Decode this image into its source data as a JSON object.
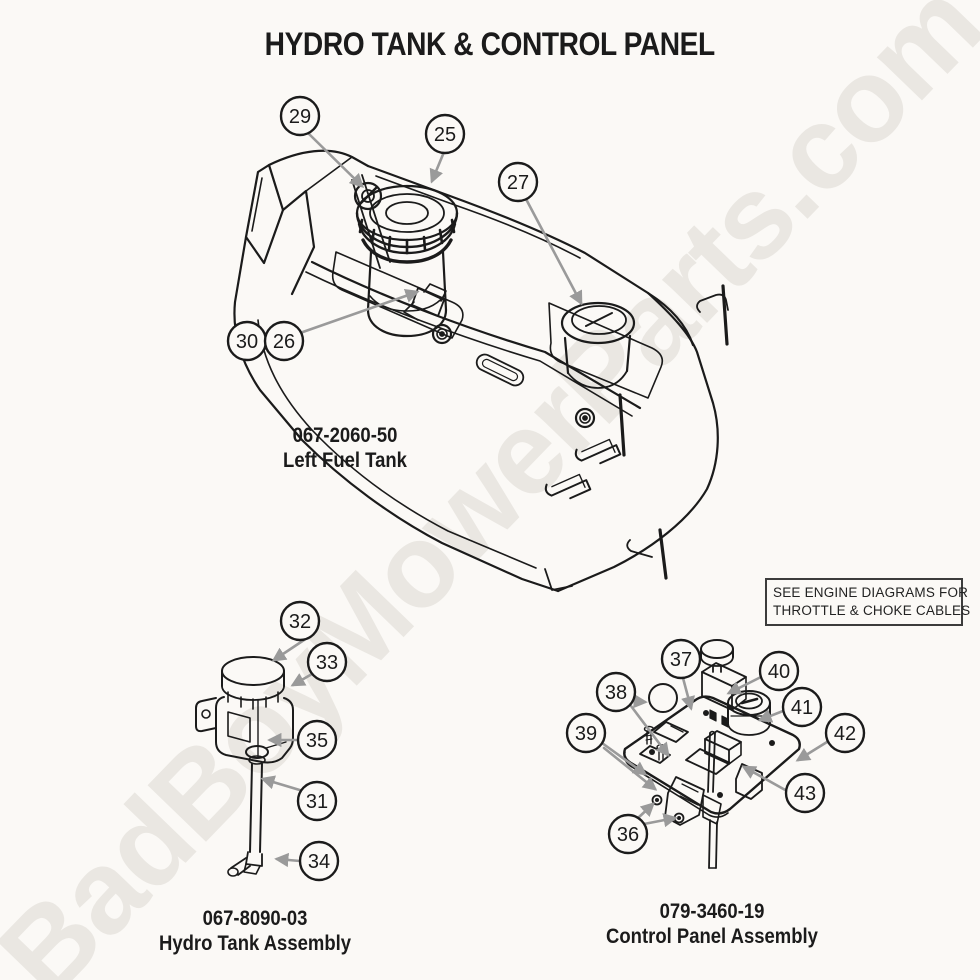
{
  "title": "HYDRO TANK & CONTROL PANEL",
  "watermark": {
    "text": "BadBoyMowerParts.com"
  },
  "note": {
    "line1": "SEE ENGINE DIAGRAMS FOR",
    "line2": "THROTTLE & CHOKE CABLES"
  },
  "sections": {
    "fuel_tank": {
      "part_number": "067-2060-50",
      "name": "Left Fuel Tank",
      "callouts": {
        "c25": "25",
        "c26": "26",
        "c27": "27",
        "c29": "29",
        "c30": "30"
      }
    },
    "hydro_tank": {
      "part_number": "067-8090-03",
      "name": "Hydro Tank Assembly",
      "callouts": {
        "c31": "31",
        "c32": "32",
        "c33": "33",
        "c34": "34",
        "c35": "35"
      }
    },
    "control_panel": {
      "part_number": "079-3460-19",
      "name": "Control Panel Assembly",
      "callouts": {
        "c36": "36",
        "c37": "37",
        "c38": "38",
        "c39": "39",
        "c40": "40",
        "c41": "41",
        "c42": "42",
        "c43": "43"
      }
    }
  },
  "colors": {
    "line": "#1b1b1b",
    "leader": "#9a9a9a",
    "watermark": "#eae7e2",
    "background": "#fbf9f6"
  }
}
